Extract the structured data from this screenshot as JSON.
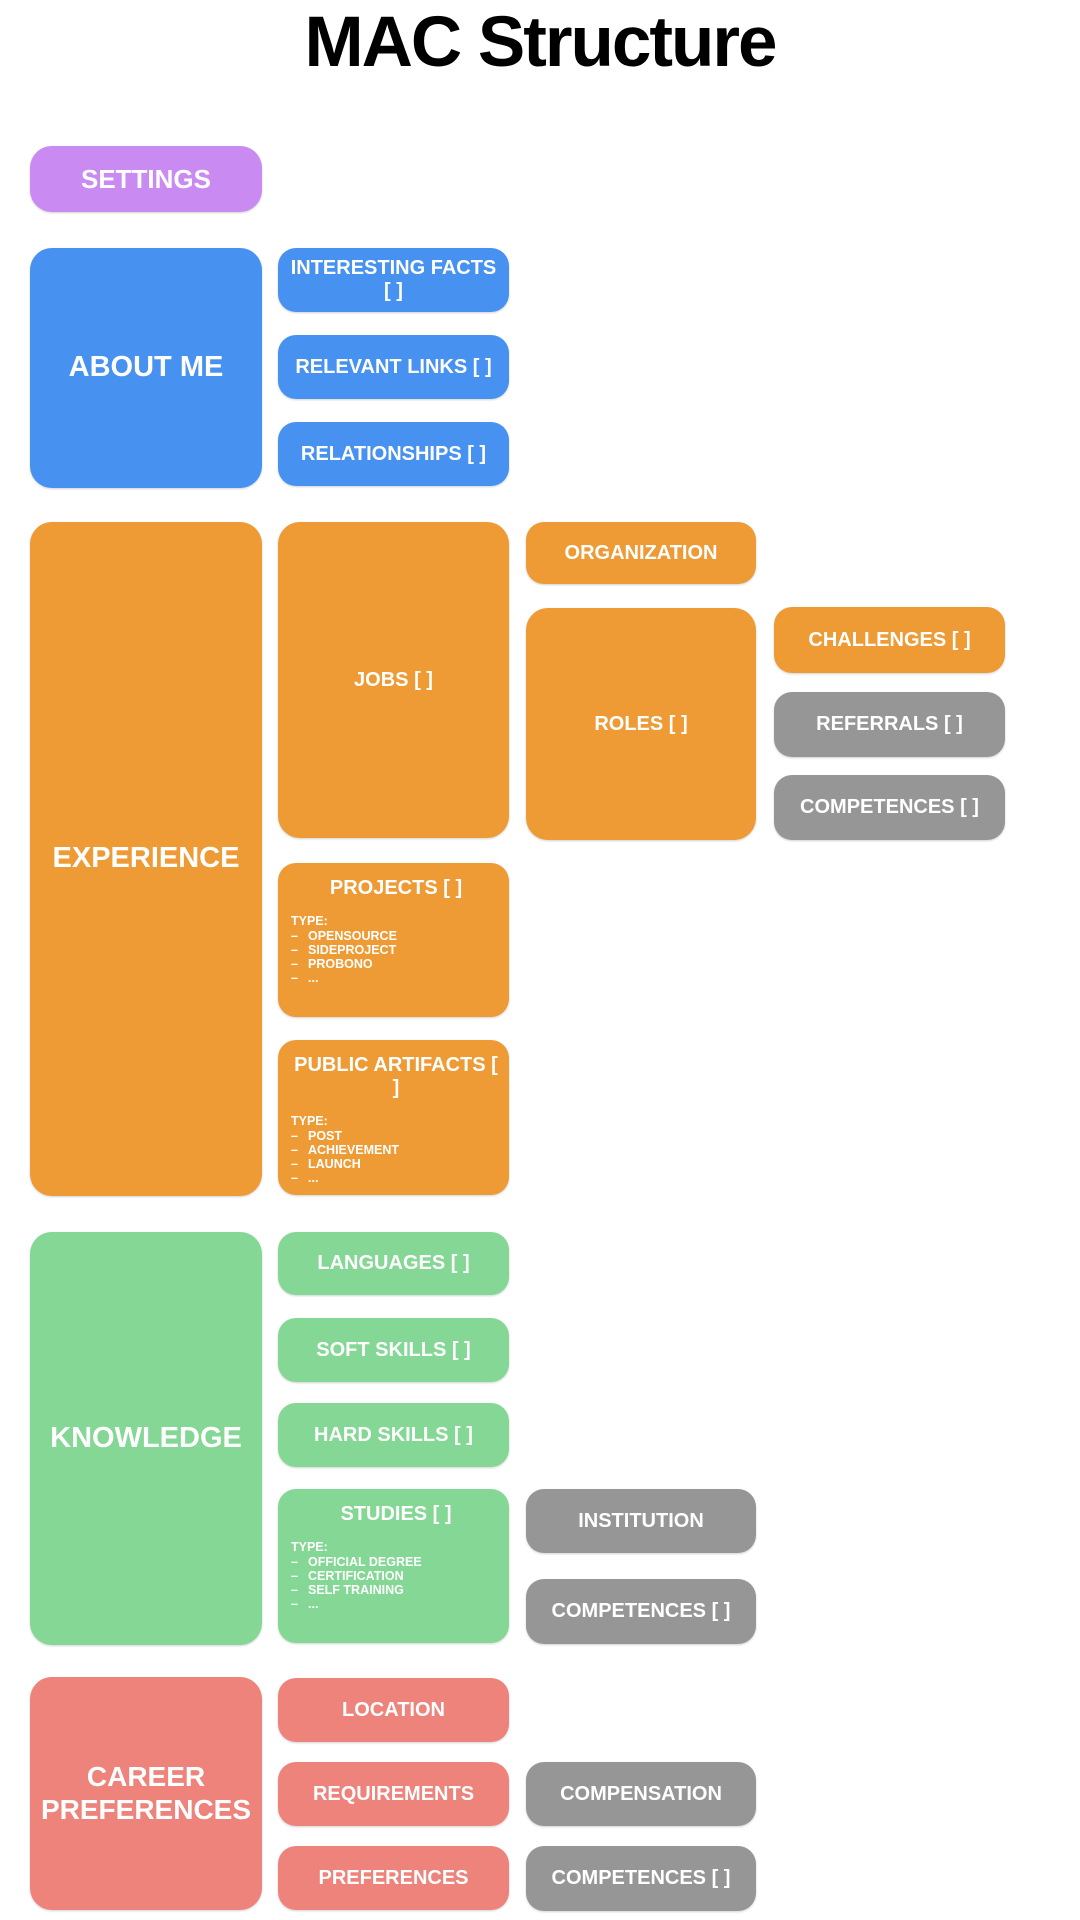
{
  "title": "MAC Structure",
  "misc": {
    "dash": "–"
  },
  "colors": {
    "purple": "#c98af2",
    "blue": "#4791f0",
    "orange": "#ee9b35",
    "green": "#84d794",
    "salmon": "#ee837c",
    "gray": "#969697",
    "label": "#ffffff",
    "title_color": "#000000",
    "background": "#ffffff"
  },
  "settings": {
    "label": "SETTINGS"
  },
  "about_me": {
    "label": "ABOUT ME",
    "interesting_facts": "INTERESTING FACTS [ ]",
    "relevant_links": "RELEVANT LINKS [ ]",
    "relationships": "RELATIONSHIPS [ ]"
  },
  "experience": {
    "label": "EXPERIENCE",
    "jobs": "JOBS [ ]",
    "organization": "ORGANIZATION",
    "roles": "ROLES [ ]",
    "challenges": "CHALLENGES [ ]",
    "referrals": "REFERRALS [ ]",
    "competences": "COMPETENCES [ ]",
    "projects": {
      "label": "PROJECTS [ ]",
      "type_heading": "TYPE:",
      "types": [
        "OPENSOURCE",
        "SIDEPROJECT",
        "PROBONO",
        "..."
      ]
    },
    "public_artifacts": {
      "label": "PUBLIC ARTIFACTS [ ]",
      "type_heading": "TYPE:",
      "types": [
        "POST",
        "ACHIEVEMENT",
        "LAUNCH",
        "..."
      ]
    }
  },
  "knowledge": {
    "label": "KNOWLEDGE",
    "languages": "LANGUAGES [ ]",
    "soft_skills": "SOFT SKILLS [ ]",
    "hard_skills": "HARD SKILLS [ ]",
    "studies": {
      "label": "STUDIES [ ]",
      "type_heading": "TYPE:",
      "types": [
        "OFFICIAL DEGREE",
        "CERTIFICATION",
        "SELF TRAINING",
        "..."
      ]
    },
    "institution": "INSTITUTION",
    "competences": "COMPETENCES [ ]"
  },
  "career_preferences": {
    "label": "CAREER PREFERENCES",
    "location": "LOCATION",
    "requirements": "REQUIREMENTS",
    "preferences": "PREFERENCES",
    "compensation": "COMPENSATION",
    "competences": "COMPETENCES [ ]"
  }
}
